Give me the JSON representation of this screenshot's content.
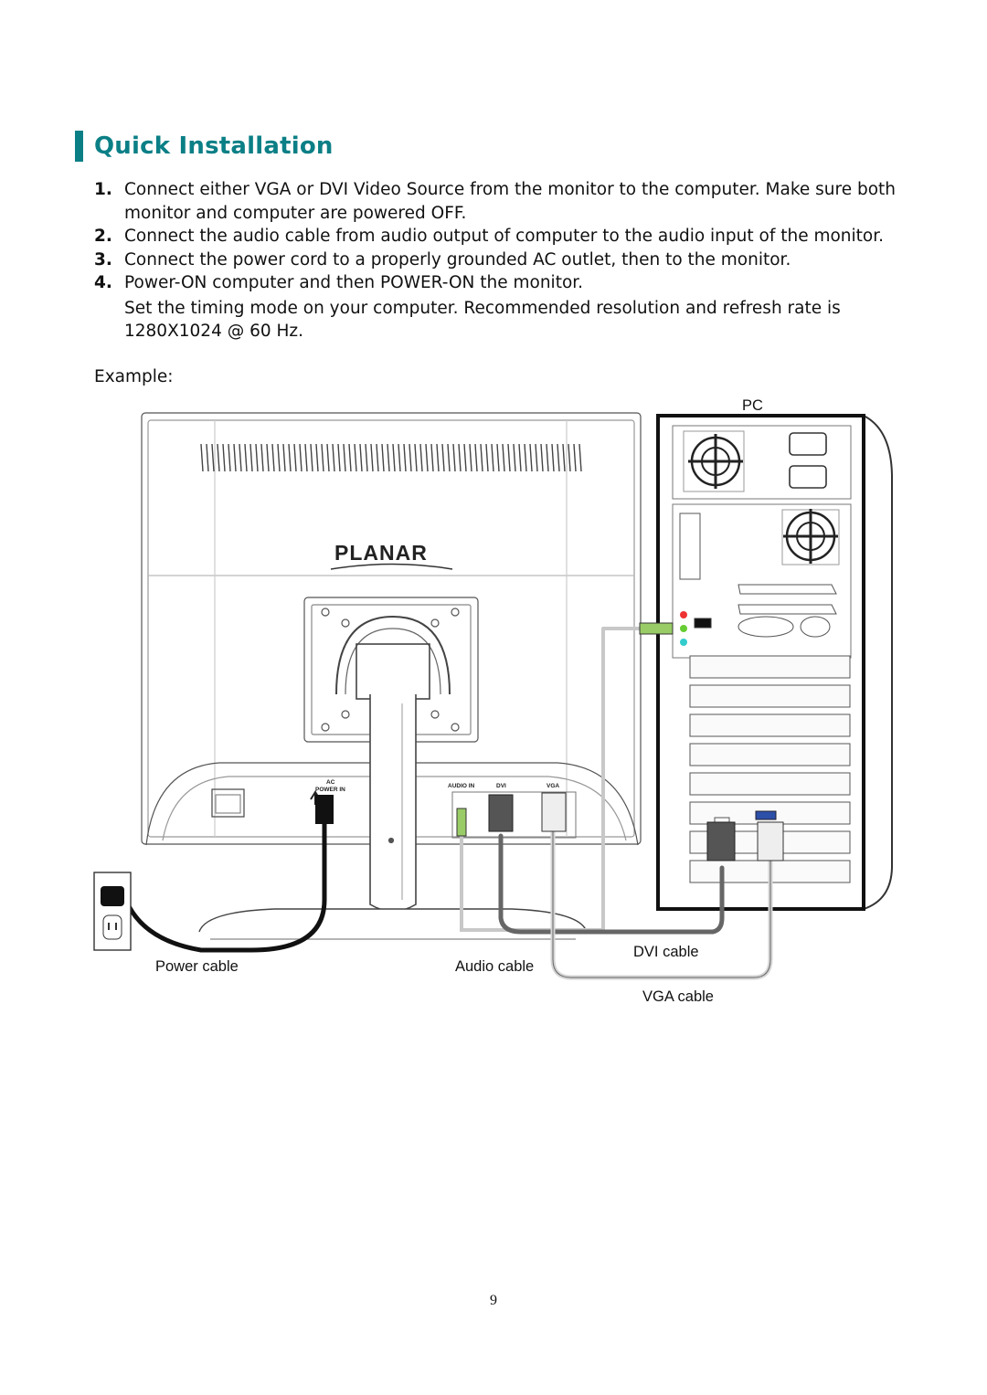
{
  "section": {
    "title": "Quick Installation"
  },
  "steps": [
    {
      "num": "1.",
      "text": "Connect either VGA or DVI Video Source from the monitor to the computer. Make sure both monitor and computer are powered OFF."
    },
    {
      "num": "2.",
      "text": "Connect the audio cable from audio output of computer to the audio input of the monitor."
    },
    {
      "num": "3.",
      "text": "Connect the power cord to a properly grounded AC outlet, then to the monitor."
    },
    {
      "num": "4.",
      "text": "Power-ON computer and then POWER-ON the monitor."
    }
  ],
  "note": "Set the timing mode on your computer. Recommended resolution and refresh rate is 1280X1024 @ 60 Hz.",
  "example_label": "Example:",
  "diagram": {
    "pc_label": "PC",
    "brand": "PLANAR",
    "port_ac": "AC",
    "port_power_in": "POWER IN",
    "port_audio_in": "AUDIO IN",
    "port_dvi": "DVI",
    "port_vga": "VGA",
    "power_cable": "Power cable",
    "audio_cable": "Audio cable",
    "dvi_cable": "DVI cable",
    "vga_cable": "VGA cable"
  },
  "page_number": "9"
}
